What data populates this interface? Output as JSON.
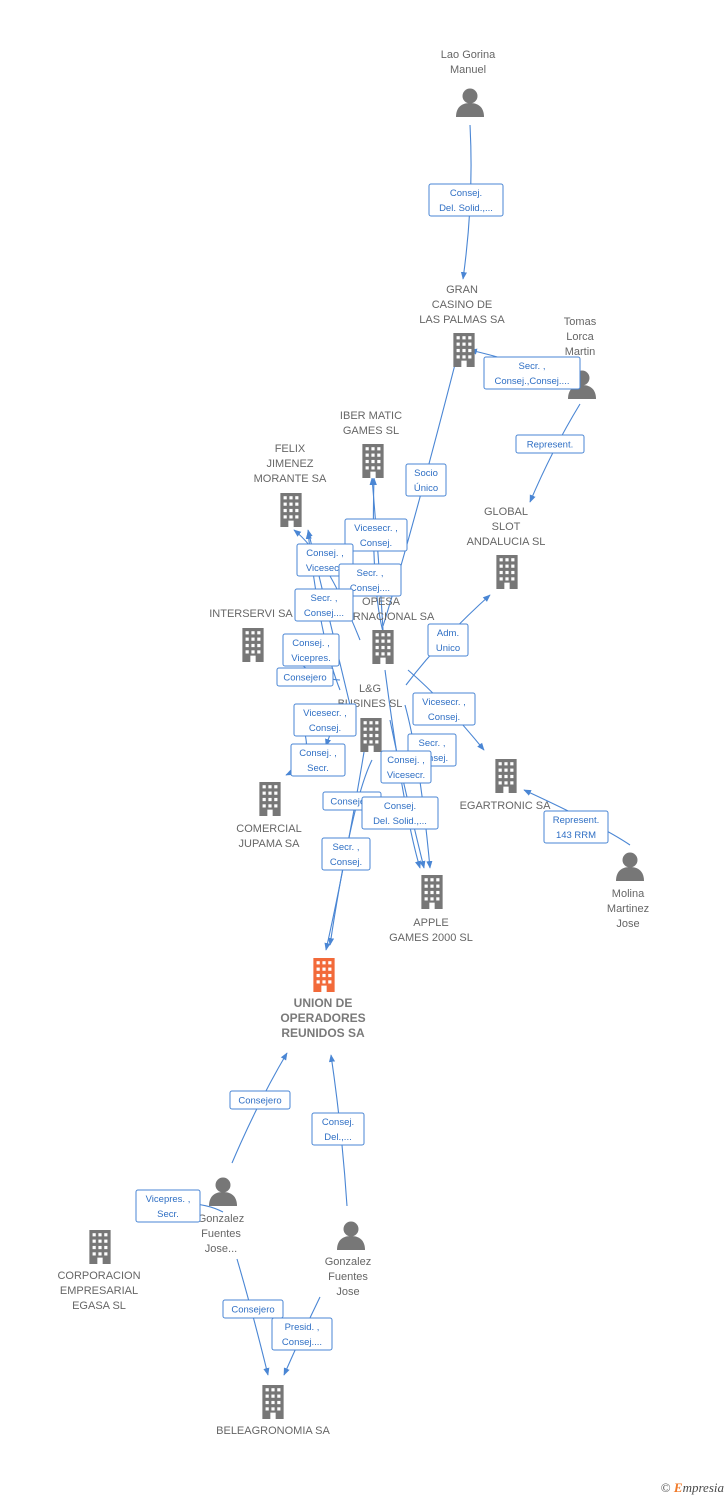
{
  "colors": {
    "edge": "#4a86d4",
    "edge_text": "#2f6fc4",
    "company_icon": "#777777",
    "main_company_icon": "#f26a3a",
    "label": "#666666"
  },
  "nodes": [
    {
      "id": "lao",
      "type": "person",
      "lines": [
        "Lao Gorina",
        "Manuel"
      ],
      "icon": "person-icon"
    },
    {
      "id": "gran",
      "type": "company",
      "lines": [
        "GRAN",
        "CASINO DE",
        "LAS PALMAS SA"
      ],
      "icon": "building-icon"
    },
    {
      "id": "tomas",
      "type": "person",
      "lines": [
        "Tomas",
        "Lorca",
        "Martin"
      ],
      "icon": "person-icon"
    },
    {
      "id": "ibermatic",
      "type": "company",
      "lines": [
        "IBER MATIC",
        "GAMES SL"
      ],
      "icon": "building-icon"
    },
    {
      "id": "felix",
      "type": "company",
      "lines": [
        "FELIX",
        "JIMENEZ",
        "MORANTE SA"
      ],
      "icon": "building-icon"
    },
    {
      "id": "global",
      "type": "company",
      "lines": [
        "GLOBAL",
        "SLOT",
        "ANDALUCIA  SL"
      ],
      "icon": "building-icon"
    },
    {
      "id": "interservi",
      "type": "company",
      "lines": [
        "INTERSERVI SA"
      ],
      "icon": "building-icon"
    },
    {
      "id": "opesa",
      "type": "company",
      "lines": [
        "OPESA",
        "INTERNACIONAL SA"
      ],
      "icon": "building-icon"
    },
    {
      "id": "lg",
      "type": "company",
      "lines": [
        "L&G",
        "BUSINES SL"
      ],
      "icon": "building-icon"
    },
    {
      "id": "egartronic",
      "type": "company",
      "lines": [
        "EGARTRONIC SA"
      ],
      "icon": "building-icon"
    },
    {
      "id": "comercial",
      "type": "company",
      "lines": [
        "COMERCIAL",
        "JUPAMA SA"
      ],
      "icon": "building-icon"
    },
    {
      "id": "molina",
      "type": "person",
      "lines": [
        "Molina",
        "Martinez",
        "Jose"
      ],
      "icon": "person-icon"
    },
    {
      "id": "apple",
      "type": "company",
      "lines": [
        "APPLE",
        "GAMES 2000 SL"
      ],
      "icon": "building-icon"
    },
    {
      "id": "union",
      "type": "main",
      "lines": [
        "UNION DE",
        "OPERADORES",
        "REUNIDOS SA"
      ],
      "icon": "building-icon"
    },
    {
      "id": "gfj1",
      "type": "person",
      "lines": [
        "Gonzalez",
        "Fuentes",
        "Jose..."
      ],
      "icon": "person-icon"
    },
    {
      "id": "corporacion",
      "type": "company",
      "lines": [
        "CORPORACION",
        "EMPRESARIAL",
        "EGASA SL"
      ],
      "icon": "building-icon"
    },
    {
      "id": "gfj2",
      "type": "person",
      "lines": [
        "Gonzalez",
        "Fuentes",
        "Jose"
      ],
      "icon": "person-icon"
    },
    {
      "id": "beleagronomia",
      "type": "company",
      "lines": [
        "BELEAGRONOMIA SA"
      ],
      "icon": "building-icon"
    }
  ],
  "edge_labels": [
    [
      "Consej.",
      "Del. Solid.,..."
    ],
    [
      "Secr. ,",
      "Consej.,Consej...."
    ],
    [
      "Represent."
    ],
    [
      "Socio",
      "Único"
    ],
    [
      "Vicesecr. ,",
      "Consej."
    ],
    [
      "Consej. ,",
      "Vicesecr."
    ],
    [
      "Secr. ,",
      "Consej...."
    ],
    [
      "Secr. ,",
      "Consej...."
    ],
    [
      "Consej. ,",
      "Vicepres."
    ],
    [
      "Consejero"
    ],
    [
      "Adm.",
      "Unico"
    ],
    [
      "Vicesecr. ,",
      "Consej."
    ],
    [
      "Vicesecr. ,",
      "Consej."
    ],
    [
      "Secr. ,",
      "Consej."
    ],
    [
      "Consej. ,",
      "Vicesecr."
    ],
    [
      "Consej. ,",
      "Secr."
    ],
    [
      "Consejero"
    ],
    [
      "Consej.",
      "Del. Solid.,..."
    ],
    [
      "Represent.",
      "143 RRM"
    ],
    [
      "Secr. ,",
      "Consej."
    ],
    [
      "Consejero"
    ],
    [
      "Consej.",
      "Del.,..."
    ],
    [
      "Vicepres. ,",
      "Secr."
    ],
    [
      "Consejero"
    ],
    [
      "Presid. ,",
      "Consej...."
    ]
  ],
  "watermark": {
    "symbol": "©",
    "brand_initial": "E",
    "brand_rest": "mpresia"
  }
}
